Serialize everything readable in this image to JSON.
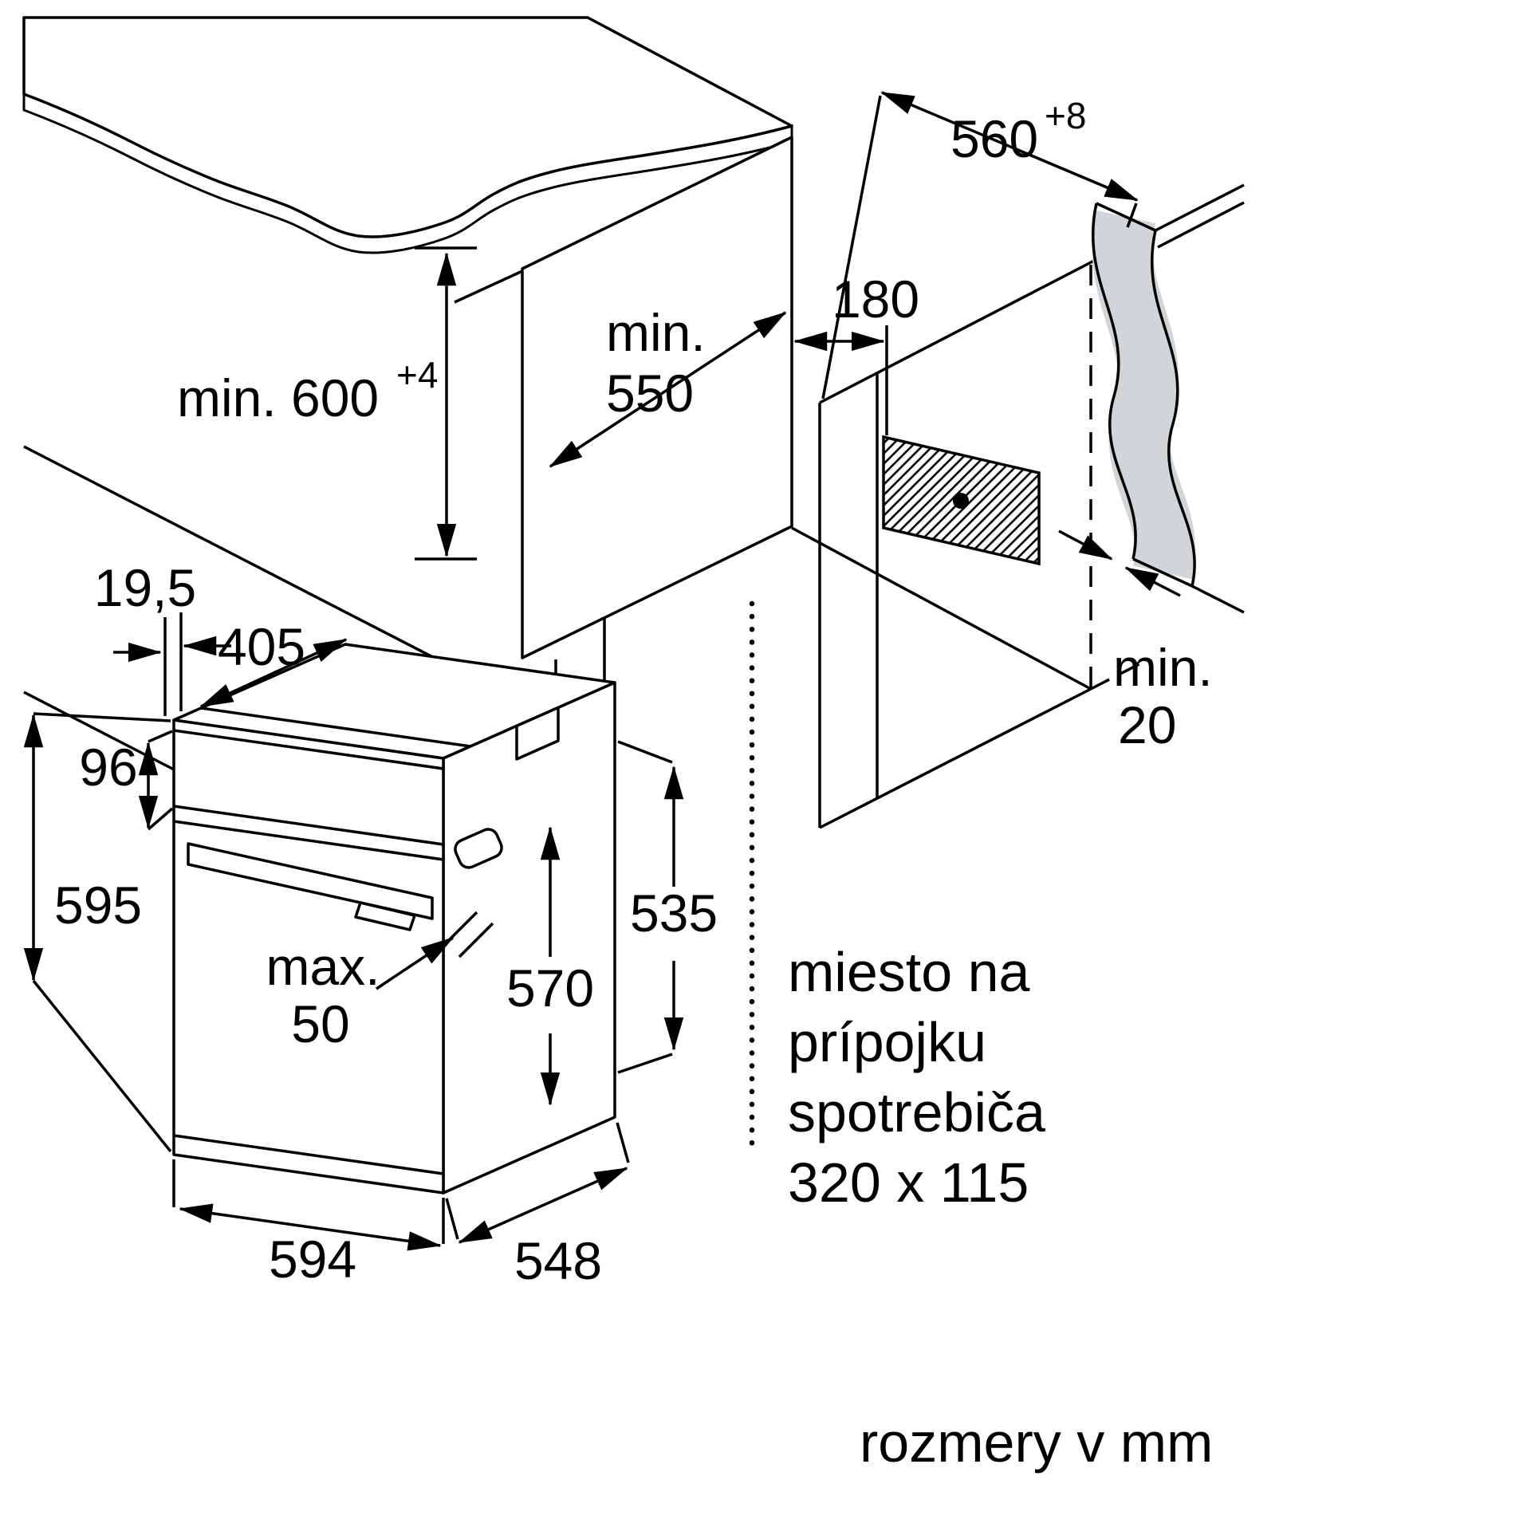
{
  "diagram": {
    "type": "oven-installation-drawing",
    "units_note": "rozmery v mm",
    "connection_note_lines": [
      "miesto na",
      "prípojku",
      "spotrebiča",
      "320 x 115"
    ],
    "colors": {
      "line": "#000000",
      "counter_top_fill": "#e9ebec",
      "counter_edge_fill": "#d2d5d7"
    },
    "labels": {
      "cabinet_height": "min. 600",
      "cabinet_height_sup": "+4",
      "cabinet_depth_line1": "min.",
      "cabinet_depth_line2": "550",
      "connection_offset": "180",
      "niche_width": "560",
      "niche_width_sup": "+8",
      "rear_clearance_line1": "min.",
      "rear_clearance_line2": "20",
      "panel_overhang": "19,5",
      "top_depth": "405",
      "panel_height": "96",
      "oven_height": "595",
      "handle_depth_line1": "max.",
      "handle_depth_line2": "50",
      "inner_height": "570",
      "rear_height": "535",
      "oven_width": "594",
      "oven_depth": "548"
    }
  }
}
